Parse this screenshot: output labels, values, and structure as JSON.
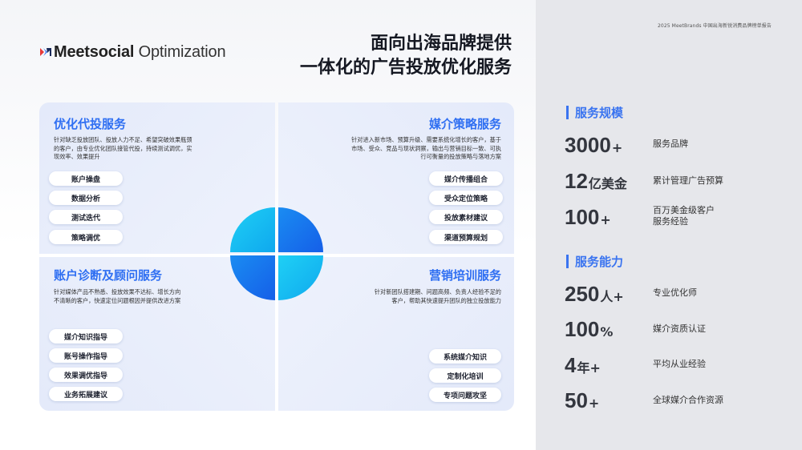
{
  "header": {
    "report_title": "2025 MeetBrands 中国出海新锐消费品牌榜单报告",
    "logo_text_bold": "Meetsocial",
    "logo_text_light": " Optimization",
    "headline_line1": "面向出海品牌提供",
    "headline_line2": "一体化的广告投放优化服务"
  },
  "quadrants": {
    "top_left": {
      "title": "优化代投服务",
      "desc_lines": [
        "针对缺乏投放团队、投放人力不足、希望突破效果瓶颈",
        "的客户，由专业优化团队接管代投，持续测试调优，实",
        "现效率、效果提升"
      ],
      "pills": [
        "账户操盘",
        "数据分析",
        "测试迭代",
        "策略调优"
      ]
    },
    "top_right": {
      "title": "媒介策略服务",
      "desc_lines": [
        "针对进入新市场、预算升级、需要系统化增长的客户，基于",
        "市场、受众、竞品与现状洞察，输出与营销目标一致、可执",
        "行可衡量的投放策略与落地方案"
      ],
      "pills": [
        "媒介传播组合",
        "受众定位策略",
        "投放素材建议",
        "渠道预算规划"
      ]
    },
    "bottom_left": {
      "title": "账户诊断及顾问服务",
      "desc_lines": [
        "针对媒体产品不熟悉、投放效果不达标、增长方向",
        "不清晰的客户，快速定位问题根因并提供改进方案"
      ],
      "pills": [
        "媒介知识指导",
        "账号操作指导",
        "效果调优指导",
        "业务拓展建议"
      ]
    },
    "bottom_right": {
      "title": "营销培训服务",
      "desc_lines": [
        "针对新团队搭建期、问题高频、负责人经验不足的",
        "客户，帮助其快速提升团队的独立投放能力"
      ],
      "pills": [
        "系统媒介知识",
        "定制化培训",
        "专项问题攻坚"
      ]
    }
  },
  "sections": {
    "scale_title": "服务规模",
    "capability_title": "服务能力"
  },
  "stats": {
    "s1": {
      "num": "3000",
      "unit": "+",
      "label": "服务品牌"
    },
    "s2": {
      "num": "12",
      "unit": "亿美金",
      "label": "累计管理广告预算"
    },
    "s3": {
      "num": "100",
      "unit": "+",
      "label_line1": "百万美金级客户",
      "label_line2": "服务经验"
    },
    "s4": {
      "num": "250",
      "unit": "人+",
      "label": "专业优化师"
    },
    "s5": {
      "num": "100",
      "unit": "%",
      "label": "媒介资质认证"
    },
    "s6": {
      "num": "4",
      "unit": "年+",
      "label": "平均从业经验"
    },
    "s7": {
      "num": "50",
      "unit": "+",
      "label": "全球媒介合作资源"
    }
  },
  "colors": {
    "accent": "#2f6ff2",
    "circle_light": "#14c0f0",
    "circle_dark": "#1b6ff0"
  }
}
